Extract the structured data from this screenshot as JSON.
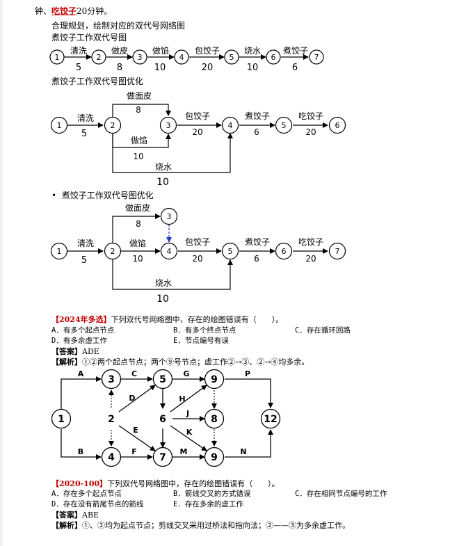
{
  "intro": {
    "prefix": "钟、",
    "highlight": "吃饺子",
    "suffix": "20分钟。"
  },
  "plan_note": "合理规划，绘制对应的双代号网络图",
  "d1": {
    "title": "煮饺子工作双代号图",
    "nodes": [
      "1",
      "2",
      "3",
      "4",
      "5",
      "6",
      "7"
    ],
    "acts": [
      {
        "name": "清洗",
        "dur": "5"
      },
      {
        "name": "做皮",
        "dur": "8"
      },
      {
        "name": "做馅",
        "dur": "10"
      },
      {
        "name": "包饺子",
        "dur": "20"
      },
      {
        "name": "烧水",
        "dur": "10"
      },
      {
        "name": "煮饺子",
        "dur": "6"
      }
    ]
  },
  "d2": {
    "title": "煮饺子工作双代号图优化",
    "nodes": [
      "1",
      "2",
      "3",
      "4",
      "5",
      "6"
    ],
    "acts": {
      "wash": {
        "name": "清洗",
        "dur": "5"
      },
      "skin": {
        "name": "做面皮",
        "dur": "8"
      },
      "fill": {
        "name": "做馅",
        "dur": "10"
      },
      "water": {
        "name": "烧水",
        "dur": "10"
      },
      "wrap": {
        "name": "包饺子",
        "dur": "20"
      },
      "cook": {
        "name": "煮饺子",
        "dur": "6"
      },
      "eat": {
        "name": "吃饺子",
        "dur": "20"
      }
    }
  },
  "d3": {
    "title": "煮饺子工作双代号图优化",
    "bullet": "•",
    "nodes": [
      "1",
      "2",
      "3",
      "4",
      "5",
      "6",
      "7"
    ],
    "acts": {
      "wash": {
        "name": "清洗",
        "dur": "5"
      },
      "skin": {
        "name": "做面皮",
        "dur": "8"
      },
      "fill": {
        "name": "做馅",
        "dur": "10"
      },
      "water": {
        "name": "烧水",
        "dur": "10"
      },
      "wrap": {
        "name": "包饺子",
        "dur": "20"
      },
      "cook": {
        "name": "煮饺子",
        "dur": "6"
      },
      "eat": {
        "name": "吃饺子",
        "dur": "20"
      }
    }
  },
  "q1": {
    "tag": "【2024年多选】",
    "stem": "下列双代号网络图中，存在的绘图错误有（　　）。",
    "opts": [
      "A．有多个起点节点",
      "B．有多个终点节点",
      "C．存在循环回路",
      "D．有多余虚工作",
      "E．节点编号有误"
    ],
    "answer_label": "【答案】",
    "answer": "ADE",
    "analysis_label": "【解析】",
    "analysis": "①②两个起点节点；两个⑨号节点；虚工作②→③、②→④均多余。"
  },
  "d4": {
    "nodes": [
      "1",
      "2",
      "3",
      "4",
      "5",
      "6",
      "7",
      "8",
      "9",
      "9",
      "12"
    ],
    "labels": [
      "A",
      "B",
      "C",
      "D",
      "E",
      "F",
      "G",
      "H",
      "J",
      "K",
      "M",
      "N",
      "P"
    ]
  },
  "q2": {
    "tag": "【2020-100】",
    "stem": "下列双代号网络图中，存在的绘图错误有（　　）。",
    "opts": [
      "A．存在多个起点节点",
      "B．箭线交叉的方式错误",
      "C．存在相同节点编号的工作",
      "D．存在没有箭尾节点的箭线",
      "E．存在多余的虚工作"
    ],
    "answer_label": "【答案】",
    "answer": "ABE",
    "analysis_label": "【解析】",
    "analysis": "①、②均为起点节点；剪线交叉采用过桥法和指向法；②——③为多余虚工作。"
  }
}
